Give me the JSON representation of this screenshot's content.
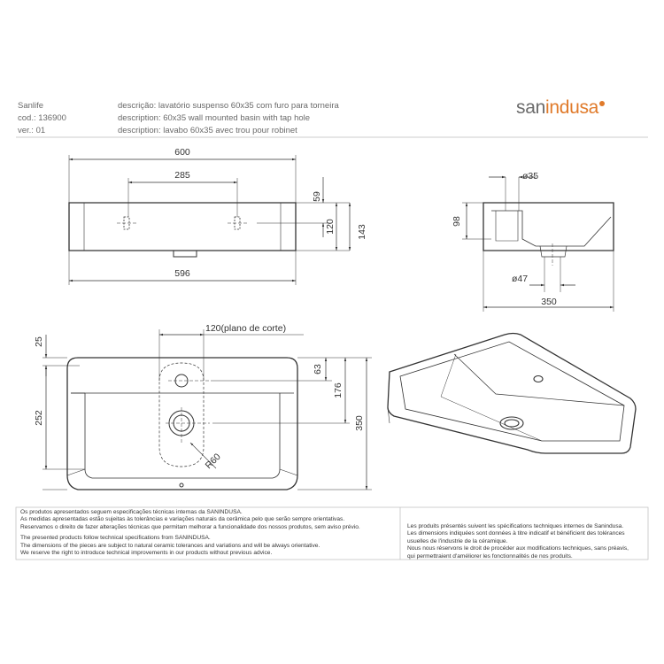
{
  "header": {
    "brand": "Sanlife",
    "code": "cod.: 136900",
    "version": "ver.: 01",
    "desc_pt": "descrição: lavatório suspenso 60x35 com furo para torneira",
    "desc_en": "description: 60x35 wall mounted basin with tap hole",
    "desc_fr": "description: lavabo 60x35 avec trou pour robinet"
  },
  "logo": {
    "part1": "san",
    "part2": "indusa"
  },
  "dimensions": {
    "top_width": "600",
    "tap_spacing": "285",
    "height_59": "59",
    "height_120": "120",
    "height_143": "143",
    "bottom_width": "596",
    "tap_hole_dia": "ø35",
    "side_height": "98",
    "drain_dia": "ø47",
    "depth": "350",
    "cut_plane": "120(plano de corte)",
    "rim_25": "25",
    "offset_63": "63",
    "offset_176": "176",
    "offset_252": "252",
    "total_350": "350",
    "radius": "R60"
  },
  "footer_left": [
    "Os produtos apresentados seguem especificações técnicas internas da SANINDUSA.",
    "As medidas apresentadas estão sujeitas às tolerâncias e variações naturais da cerâmica pelo que serão sempre orientativas.",
    "Reservamos o direito de fazer alterações técnicas que permitam melhorar a funcionalidade dos nossos produtos, sem aviso prévio.",
    "The presented products follow technical specifications from SANINDUSA.",
    "The dimensions of the pieces are subject to natural ceramic tolerances and variations and will be always orientative.",
    "We reserve the right to introduce technical improvements in our products without previous advice."
  ],
  "footer_right": [
    "Les produits présentés suivent les spécifications techniques internes de Sanindusa.",
    "Les dimensions indiquées sont données à titre indicatif et bénéficient des tolérances",
    "usuelles de l'industrie de la céramique.",
    "Nous nous réservons le droit de procéder aux modifications techniques, sans préavis,",
    "qui permettraient d'améliorer les fonctionnalités de nos produits."
  ],
  "colors": {
    "accent": "#e07a2a",
    "line": "#333333",
    "text_grey": "#6a6a6a"
  }
}
